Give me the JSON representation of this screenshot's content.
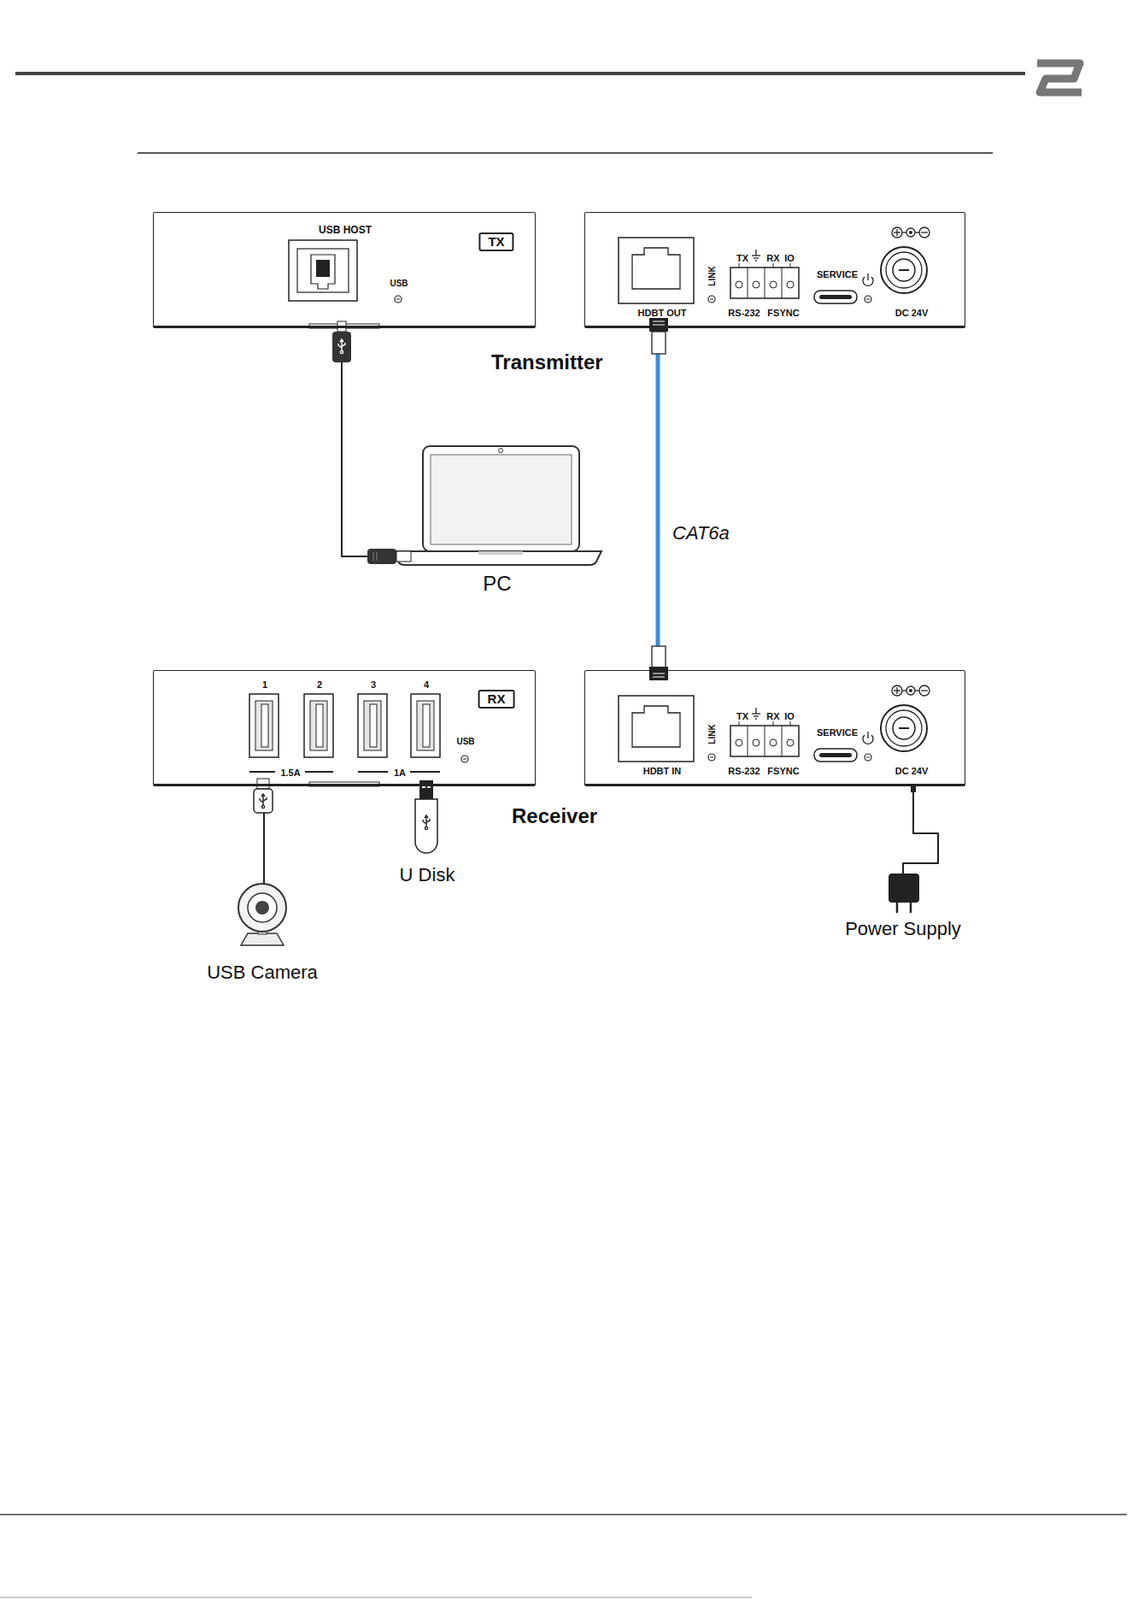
{
  "diagram": {
    "nodes": [
      {
        "text": [
          "USB HOST",
          "TX",
          "USB"
        ]
      },
      {
        "text": [
          "HDBT OUT",
          "LINK",
          "TX",
          "RX",
          "IO",
          "RS-232",
          "FSYNC",
          "SERVICE",
          "DC 24V"
        ]
      },
      {
        "text": [
          "PC"
        ]
      },
      {
        "text": [
          "1",
          "2",
          "3",
          "4",
          "RX",
          "USB",
          "1.5A",
          "1A"
        ]
      },
      {
        "text": [
          "HDBT IN",
          "LINK",
          "TX",
          "RX",
          "IO",
          "RS-232",
          "FSYNC",
          "SERVICE",
          "DC 24V"
        ]
      },
      {
        "text": [
          "U Disk"
        ]
      },
      {
        "text": [
          "Power Supply"
        ]
      },
      {
        "text": [
          "USB Camera"
        ]
      }
    ],
    "edges": [
      {
        "from": 0,
        "to": 2,
        "arrow": "none"
      },
      {
        "from": 1,
        "to": 4,
        "label": "CAT6a",
        "arrow": "none"
      },
      {
        "from": 6,
        "to": 4,
        "arrow": "none"
      },
      {
        "from": 7,
        "to": 3,
        "arrow": "none"
      }
    ],
    "labels": [
      "Transmitter",
      "Receiver"
    ]
  }
}
